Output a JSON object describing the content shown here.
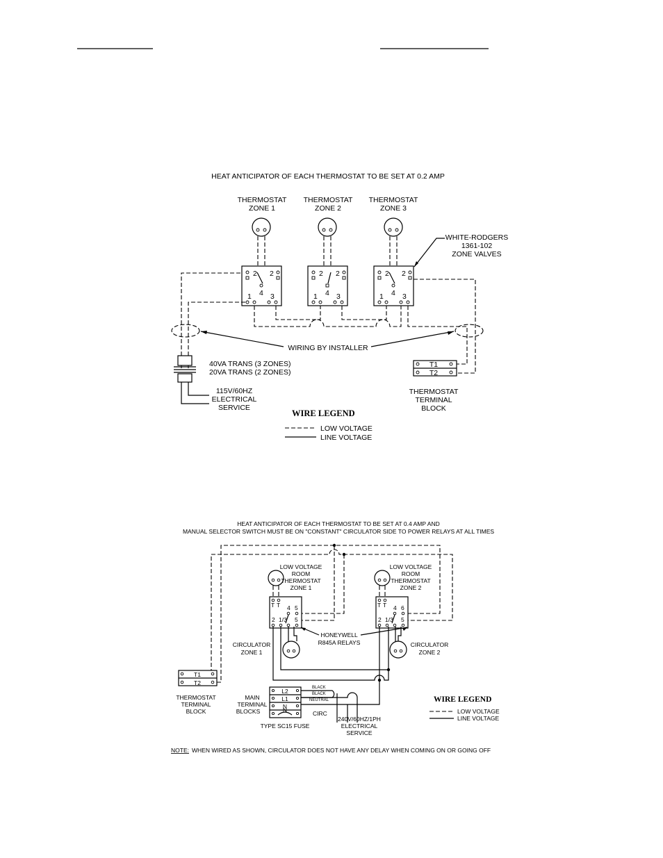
{
  "diagram1": {
    "note": "HEAT ANTICIPATOR OF EACH THERMOSTAT TO BE SET AT 0.2 AMP",
    "thermostats": [
      {
        "line1": "THERMOSTAT",
        "line2": "ZONE 1"
      },
      {
        "line1": "THERMOSTAT",
        "line2": "ZONE 2"
      },
      {
        "line1": "THERMOSTAT",
        "line2": "ZONE 3"
      }
    ],
    "zone_valves": {
      "line1": "WHITE-RODGERS",
      "line2": "1361-102",
      "line3": "ZONE VALVES"
    },
    "valve_terminals": {
      "t1": "1",
      "t2": "2",
      "t3": "3",
      "t4": "4"
    },
    "wiring": "WIRING BY INSTALLER",
    "transformer": {
      "line1": "40VA TRANS (3 ZONES)",
      "line2": "20VA TRANS (2 ZONES)"
    },
    "service": {
      "line1": "115V/60HZ",
      "line2": "ELECTRICAL",
      "line3": "SERVICE"
    },
    "terminal_block": {
      "t1": "T1",
      "t2": "T2",
      "line1": "THERMOSTAT",
      "line2": "TERMINAL",
      "line3": "BLOCK"
    },
    "legend": {
      "title": "WIRE LEGEND",
      "low": "LOW VOLTAGE",
      "line": "LINE VOLTAGE"
    }
  },
  "diagram2": {
    "note_line1": "HEAT ANTICIPATOR OF EACH THERMOSTAT TO BE SET AT 0.4 AMP AND",
    "note_line2": "MANUAL SELECTOR SWITCH MUST BE ON \"CONSTANT\" CIRCULATOR SIDE TO POWER RELAYS AT ALL TIMES",
    "thermostats": [
      {
        "line1": "LOW VOLTAGE",
        "line2": "ROOM",
        "line3": "THERMOSTAT",
        "line4": "ZONE 1"
      },
      {
        "line1": "LOW VOLTAGE",
        "line2": "ROOM",
        "line3": "THERMOSTAT",
        "line4": "ZONE 2"
      }
    ],
    "relay_terminals": {
      "t": "T",
      "r2": "2",
      "r13": "1/3",
      "r4": "4",
      "r5": "5",
      "r6": "6"
    },
    "relays": {
      "line1": "HONEYWELL",
      "line2": "R845A RELAYS"
    },
    "circulators": [
      {
        "line1": "CIRCULATOR",
        "line2": "ZONE 1"
      },
      {
        "line1": "CIRCULATOR",
        "line2": "ZONE 2"
      }
    ],
    "terminal_block": {
      "t1": "T1",
      "t2": "T2",
      "line1": "THERMOSTAT",
      "line2": "TERMINAL",
      "line3": "BLOCK"
    },
    "main_blocks": {
      "line1": "MAIN",
      "line2": "TERMINAL",
      "line3": "BLOCKS",
      "l2": "L2",
      "l1": "L1",
      "n1": "N",
      "n2": "N",
      "circ": "CIRC"
    },
    "fuse": "TYPE SC15 FUSE",
    "wires": {
      "black1": "BLACK",
      "black2": "BLACK",
      "neutral": "NEUTRAL"
    },
    "service": {
      "line1": "240V/60HZ/1PH",
      "line2": "ELECTRICAL",
      "line3": "SERVICE"
    },
    "legend": {
      "title": "WIRE LEGEND",
      "low": "LOW VOLTAGE",
      "line": "LINE VOLTAGE"
    },
    "footnote_label": "NOTE:",
    "footnote": "WHEN WIRED AS SHOWN, CIRCULATOR DOES NOT HAVE ANY DELAY WHEN COMING ON OR GOING OFF"
  }
}
